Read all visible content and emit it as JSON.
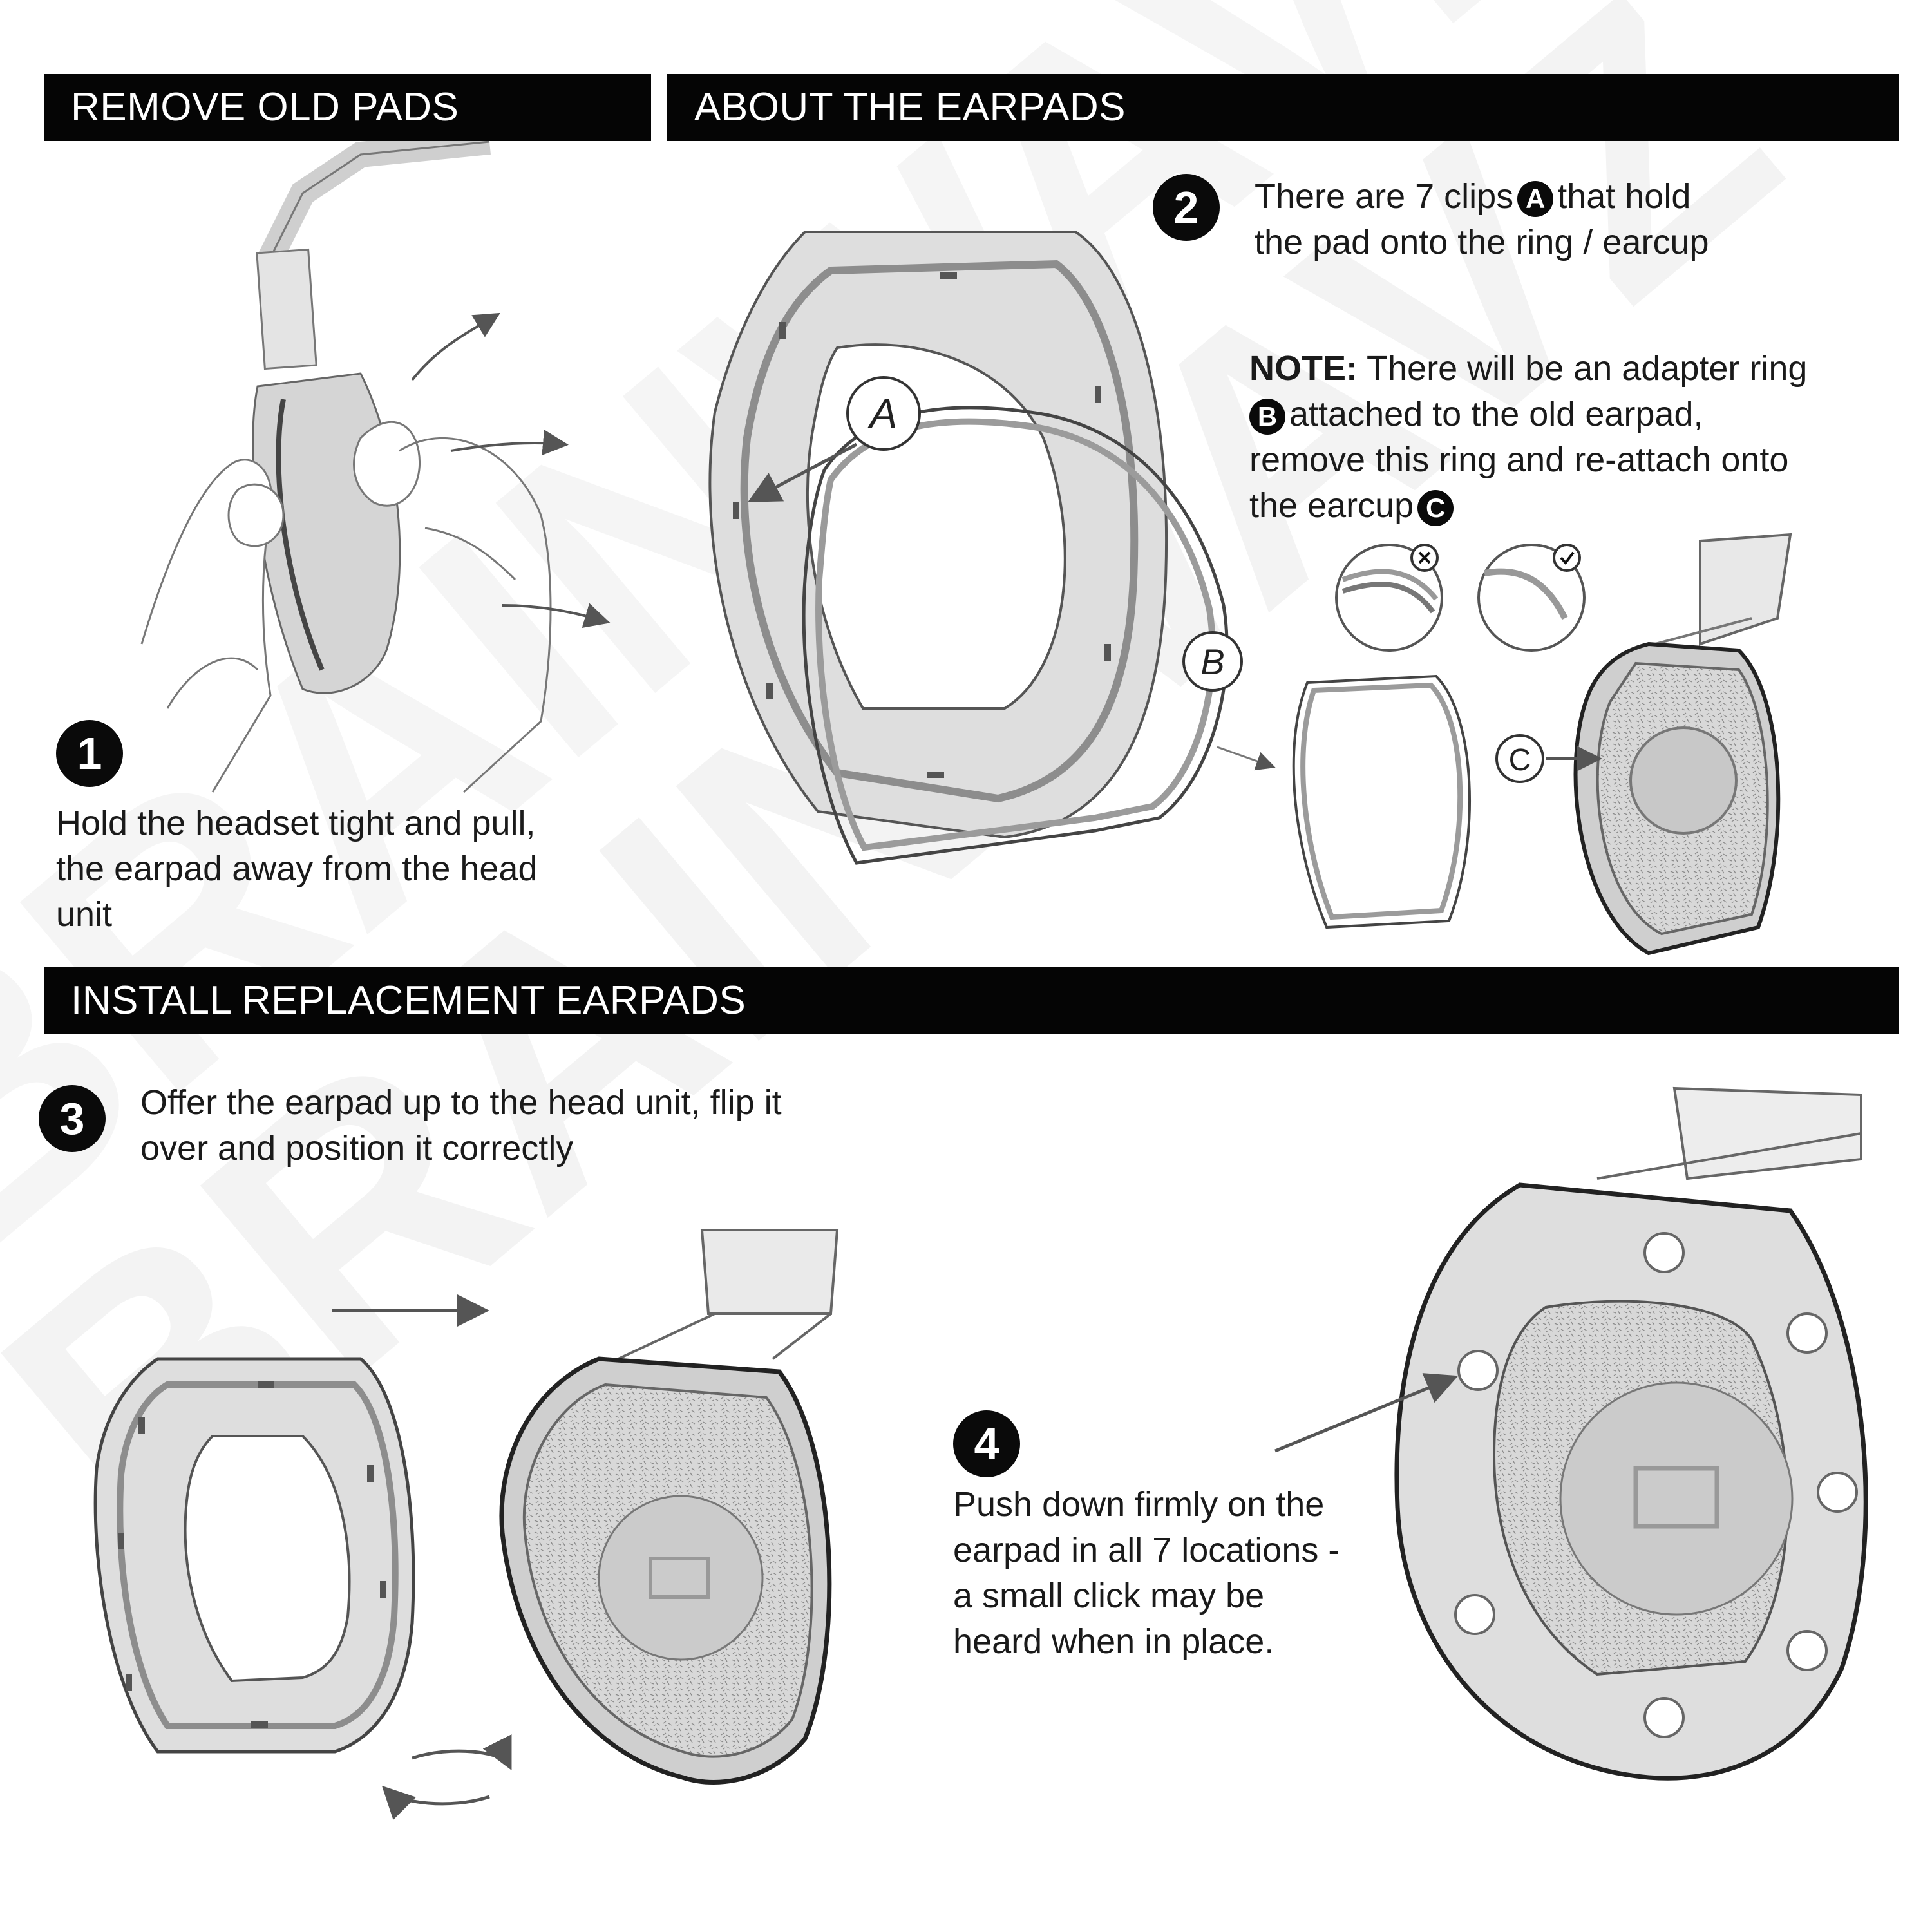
{
  "headers": {
    "remove": "REMOVE OLD PADS",
    "about": "ABOUT THE EARPADS",
    "install": "INSTALL REPLACEMENT EARPADS"
  },
  "steps": {
    "s1": {
      "number": "1",
      "lines": [
        "Hold the headset tight and pull,",
        "the earpad away from the head",
        "unit"
      ]
    },
    "s2": {
      "number": "2",
      "line1_before": "There are 7 clips",
      "line1_marker": "A",
      "line1_after": "that hold",
      "line2": "the pad onto the ring / earcup"
    },
    "note": {
      "label": "NOTE:",
      "line1": "There will be an adapter ring",
      "marker_b": "B",
      "line2": "attached to the old earpad,",
      "line3": "remove this ring and re-attach onto",
      "line4_before": "the earcup",
      "marker_c": "C"
    },
    "s3": {
      "number": "3",
      "lines": [
        "Offer the earpad up to the head unit, flip it",
        "over and position it correctly"
      ]
    },
    "s4": {
      "number": "4",
      "lines": [
        "Push down firmly on the",
        "earpad in all 7 locations -",
        "a small click may be",
        "heard when in place."
      ]
    }
  },
  "callouts": {
    "a": "A",
    "b": "B",
    "c": "C"
  },
  "watermark": "BRAINWAVZ",
  "colors": {
    "header_bg": "#050505",
    "pad_fill": "#dddddd",
    "ring_stroke": "#8d8d8d",
    "line": "#555555"
  }
}
